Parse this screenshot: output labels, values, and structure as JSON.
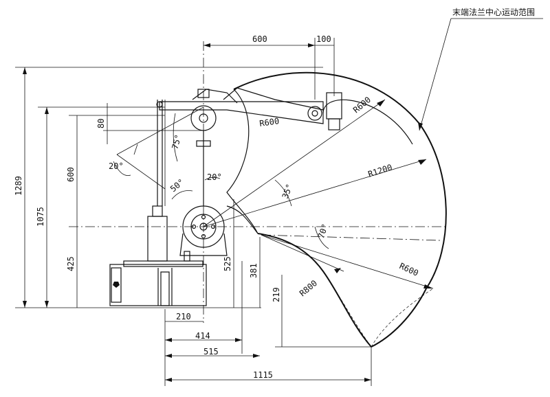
{
  "title_label": "末端法兰中心运动范围",
  "dimensions": {
    "top_600": "600",
    "top_100": "100",
    "h_1289": "1289",
    "h_1075": "1075",
    "h_600": "600",
    "h_425": "425",
    "h_80": "80",
    "h_525": "525",
    "h_381": "381",
    "h_219": "219",
    "w_210": "210",
    "w_414": "414",
    "w_515": "515",
    "w_1115": "1115"
  },
  "radii": {
    "r600_top": "R600",
    "r600_upper": "R600",
    "r1200": "R1200",
    "r600_lower": "R600",
    "r800": "R800"
  },
  "angles": {
    "a75": "75°",
    "a20_left": "20°",
    "a50": "50°",
    "a20_mid": "20°",
    "a35": "35°",
    "a70": "70°"
  }
}
